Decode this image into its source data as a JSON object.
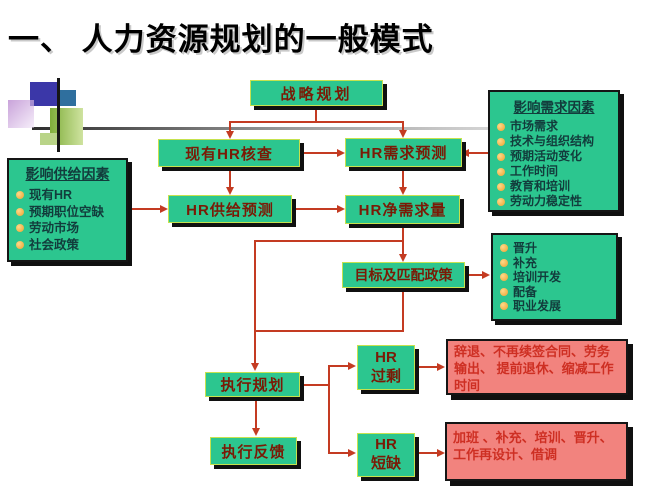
{
  "title": "一、 人力资源规划的一般模式",
  "flow": {
    "strategic": "战略规划",
    "audit": "现有HR核查",
    "demand_forecast": "HR需求预测",
    "supply_forecast": "HR供给预测",
    "net_demand": "HR净需求量",
    "policy": "目标及匹配政策",
    "execute": "执行规划",
    "feedback": "执行反馈",
    "surplus_line1": "HR",
    "surplus_line2": "过剩",
    "shortage_line1": "HR",
    "shortage_line2": "短缺"
  },
  "supply_factors": {
    "title": "影响供给因素",
    "items": [
      "现有HR",
      "预期职位空缺",
      "劳动市场",
      "社会政策"
    ]
  },
  "demand_factors": {
    "title": "影响需求因素",
    "items": [
      "市场需求",
      "技术与组织结构",
      "预期活动变化",
      "工作时间",
      "教育和培训",
      "劳动力稳定性"
    ]
  },
  "match_options": {
    "items": [
      "晋升",
      "补充",
      "培训开发",
      "配备",
      "职业发展"
    ]
  },
  "surplus_actions": "辞退、不再续签合同、劳务输出、 提前退休、缩减工作时间",
  "shortage_actions": "加班 、补充、培训、晋升、工作再设计、借调",
  "colors": {
    "box_green": "#2cc68f",
    "arrow_red": "#c43b22",
    "pink": "#f2837e",
    "flow_text": "#7a1a06",
    "side_text": "#123c3c",
    "bullet_orange": "#eda12c"
  }
}
